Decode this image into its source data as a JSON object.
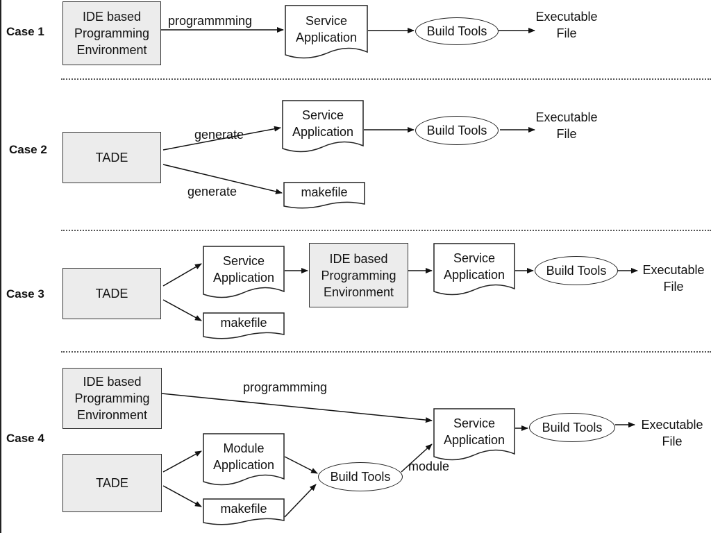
{
  "case_labels": [
    "Case 1",
    "Case 2",
    "Case 3",
    "Case 4"
  ],
  "nodes": {
    "c1_ide": "IDE based\nProgramming\nEnvironment",
    "c1_service": "Service\nApplication",
    "c1_build": "Build Tools",
    "c1_exec": "Executable\nFile",
    "c2_tade": "TADE",
    "c2_service": "Service\nApplication",
    "c2_build": "Build Tools",
    "c2_exec": "Executable\nFile",
    "c2_makefile": "makefile",
    "c3_tade": "TADE",
    "c3_service1": "Service\nApplication",
    "c3_makefile": "makefile",
    "c3_ide": "IDE based\nProgramming\nEnvironment",
    "c3_service2": "Service\nApplication",
    "c3_build": "Build Tools",
    "c3_exec": "Executable\nFile",
    "c4_ide": "IDE based\nProgramming\nEnvironment",
    "c4_tade": "TADE",
    "c4_module": "Module\nApplication",
    "c4_makefile": "makefile",
    "c4_build1": "Build Tools",
    "c4_service": "Service\nApplication",
    "c4_build2": "Build Tools",
    "c4_exec": "Executable\nFile"
  },
  "edge_labels": {
    "c1_programming": "programmming",
    "c2_generate_top": "generate",
    "c2_generate_bottom": "generate",
    "c4_programming": "programmming",
    "c4_module": "module"
  }
}
